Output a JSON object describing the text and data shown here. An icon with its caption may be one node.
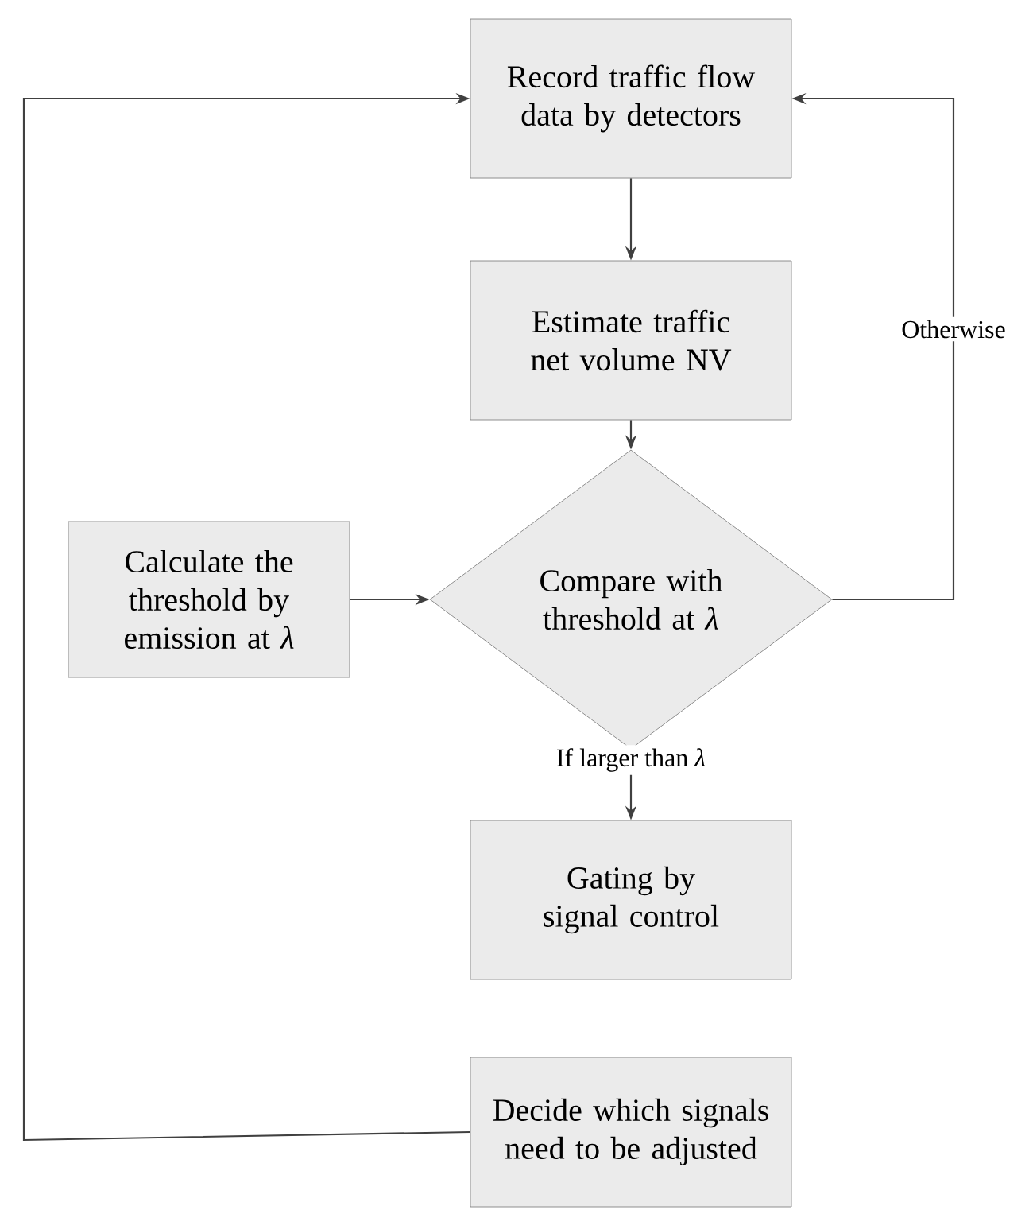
{
  "diagram": {
    "nodes": [
      {
        "text": [
          "Record traffic flow data by detectors"
        ]
      },
      {
        "text": [
          "Estimate traffic net volume NV"
        ]
      },
      {
        "text": [
          "Calculate the threshold by emission at *λ*"
        ]
      },
      {
        "text": [
          "Compare with threshold at *λ*"
        ]
      },
      {
        "text": [
          "Gating by signal control"
        ]
      },
      {
        "text": [
          "Decide which signals need to be adjusted"
        ]
      }
    ],
    "edges": [
      {
        "from": 0,
        "to": 1,
        "arrow": "to"
      },
      {
        "from": 1,
        "to": 3,
        "arrow": "to"
      },
      {
        "from": 2,
        "to": 3,
        "arrow": "to"
      },
      {
        "from": 3,
        "to": 4,
        "arrow": "to",
        "label": "If larger than *λ*"
      },
      {
        "from": 3,
        "to": 0,
        "arrow": "to",
        "label": "Otherwise"
      },
      {
        "from": 5,
        "to": 0,
        "arrow": "to"
      }
    ]
  }
}
